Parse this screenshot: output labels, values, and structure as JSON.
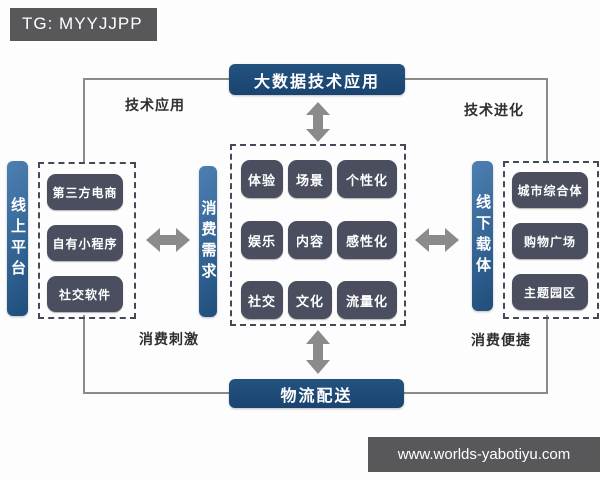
{
  "badge": {
    "text": "TG: MYYJJPP"
  },
  "watermark": {
    "url": "www.worlds-yabotiyu.com"
  },
  "diagram": {
    "top_box": "大数据技术应用",
    "bottom_box": "物流配送",
    "left_bar": "线上平台",
    "center_bar": "消费需求",
    "right_bar": "线下载体",
    "edge_labels": {
      "top_left": "技术应用",
      "top_right": "技术进化",
      "bottom_left": "消费刺激",
      "bottom_right": "消费便捷"
    },
    "left_items": [
      "第三方电商",
      "自有小程序",
      "社交软件"
    ],
    "center_items": [
      "体验",
      "场景",
      "个性化",
      "娱乐",
      "内容",
      "感性化",
      "社交",
      "文化",
      "流量化"
    ],
    "right_items": [
      "城市综合体",
      "购物广场",
      "主题园区"
    ],
    "colors": {
      "navy": "#1c4673",
      "bar_blue": "#2f6195",
      "slate": "#4a4e5f",
      "line_gray": "#8b8b8b",
      "badge_bg": "#58585a",
      "dashed_border": "#434a57"
    }
  }
}
